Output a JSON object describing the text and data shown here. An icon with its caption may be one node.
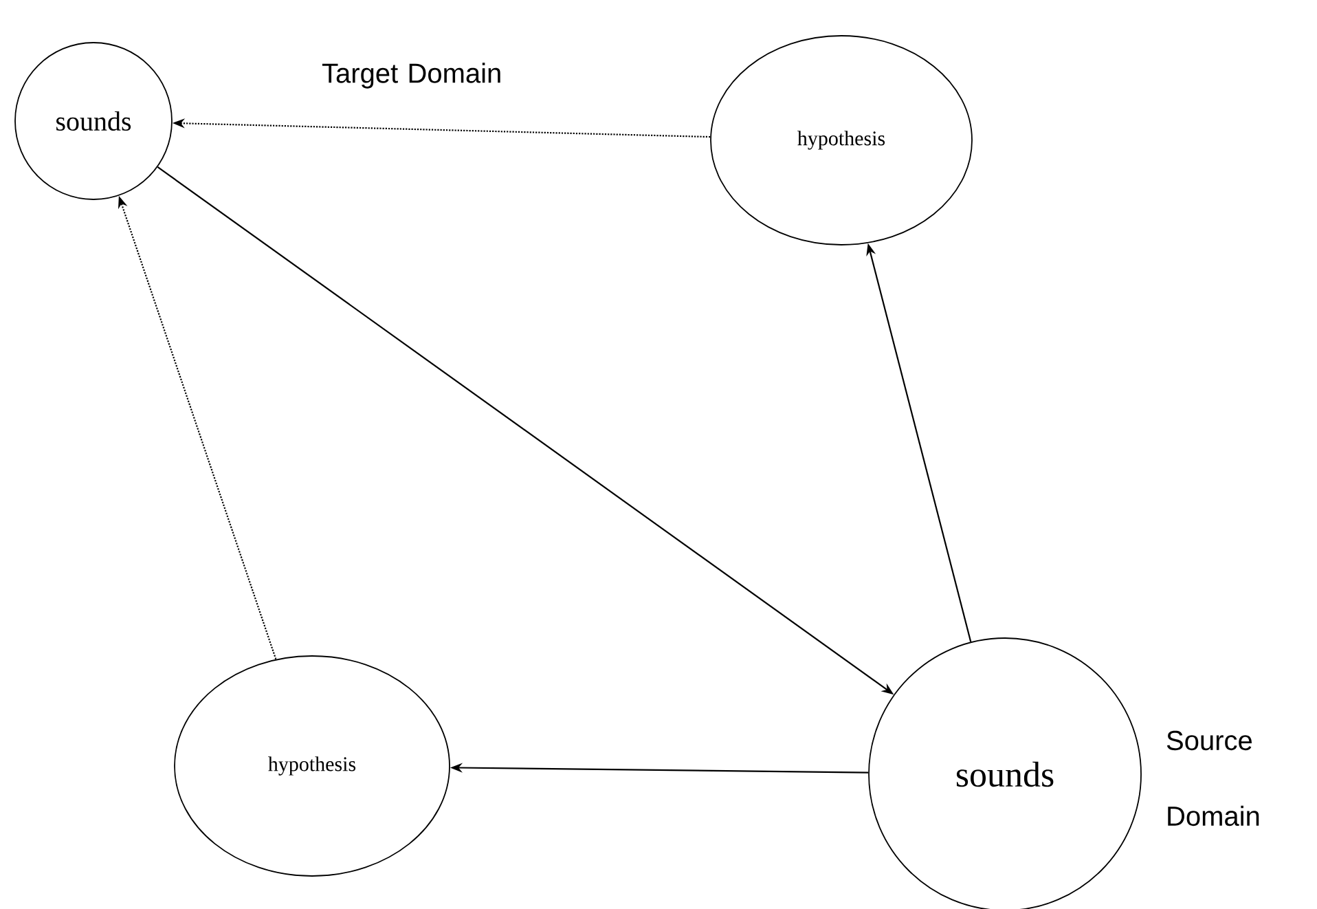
{
  "diagram": {
    "nodes": [
      {
        "text": [
          "sounds"
        ]
      },
      {
        "text": [
          "hypothesis"
        ]
      },
      {
        "text": [
          "hypothesis"
        ]
      },
      {
        "text": [
          "sounds"
        ],
        "beside": [
          "Source Domain"
        ]
      }
    ],
    "edges": [
      {
        "from": 0,
        "to": 3,
        "arrow": "to"
      },
      {
        "from": 3,
        "to": 1,
        "arrow": "to"
      },
      {
        "from": 3,
        "to": 2,
        "arrow": "to"
      },
      {
        "from": 2,
        "to": 0,
        "arrow": "to",
        "style": "dashed"
      },
      {
        "from": 1,
        "to": 0,
        "arrow": "to",
        "style": "dashed"
      }
    ],
    "labels": [
      "Target Domain"
    ]
  }
}
